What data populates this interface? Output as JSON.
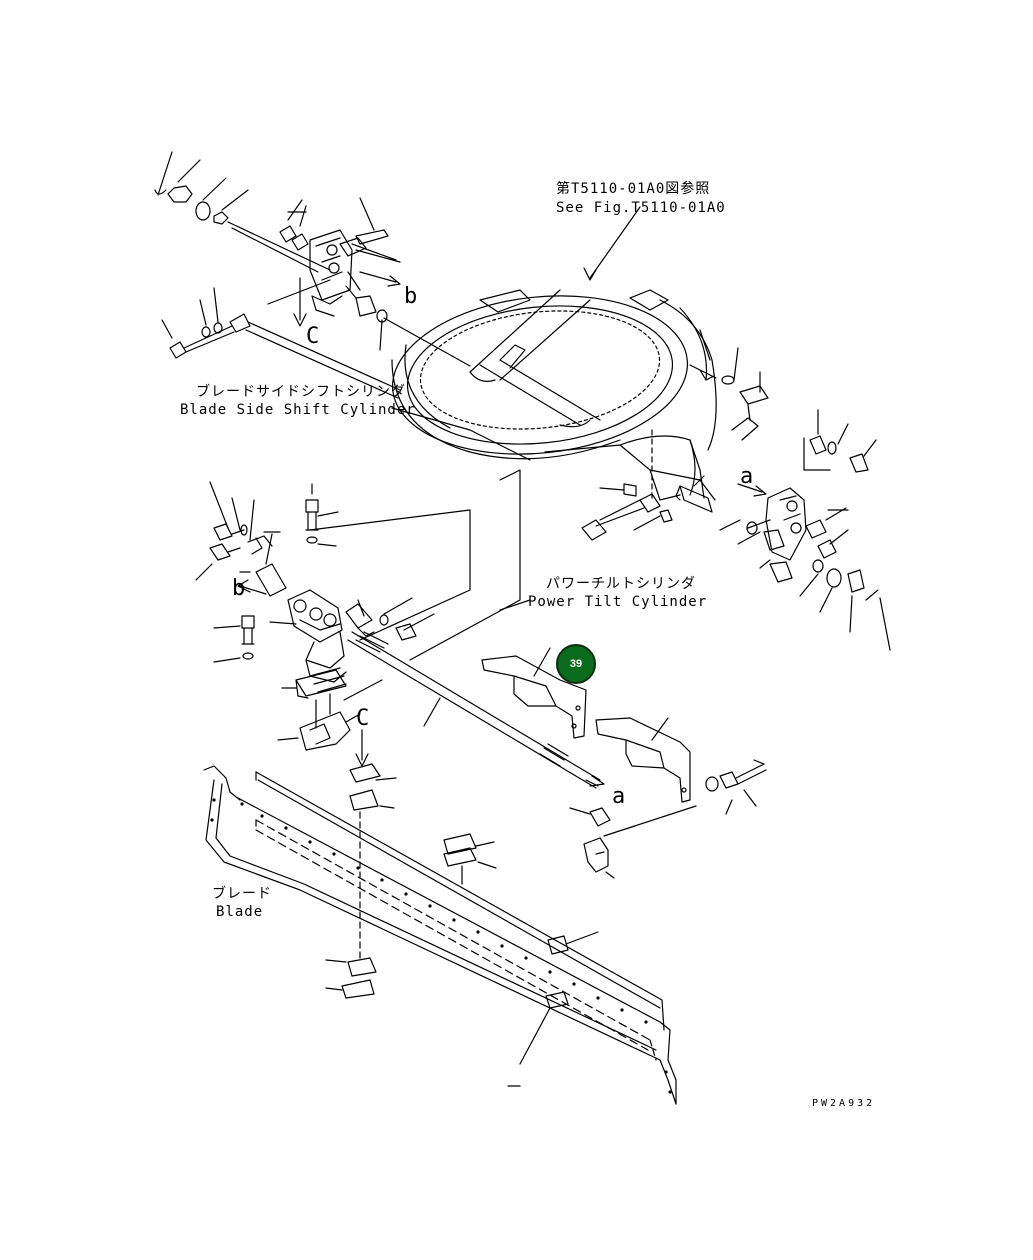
{
  "figure_ref": {
    "jp": "第T5110-01A0図参照",
    "en": "See Fig.T5110-01A0"
  },
  "labels": {
    "side_shift_jp": "ブレードサイドシフトシリンダ",
    "side_shift_en": "Blade Side Shift Cylinder",
    "power_tilt_jp": "パワーチルトシリンダ",
    "power_tilt_en": "Power Tilt Cylinder",
    "blade_jp": "ブレード",
    "blade_en": "Blade"
  },
  "view_markers": {
    "a1": "a",
    "a2": "a",
    "b1": "b",
    "b2": "b",
    "c1": "C",
    "c2": "C"
  },
  "hotspot": {
    "label": "39",
    "color": "#0a6b1c"
  },
  "drawing_code": "PW2A932"
}
